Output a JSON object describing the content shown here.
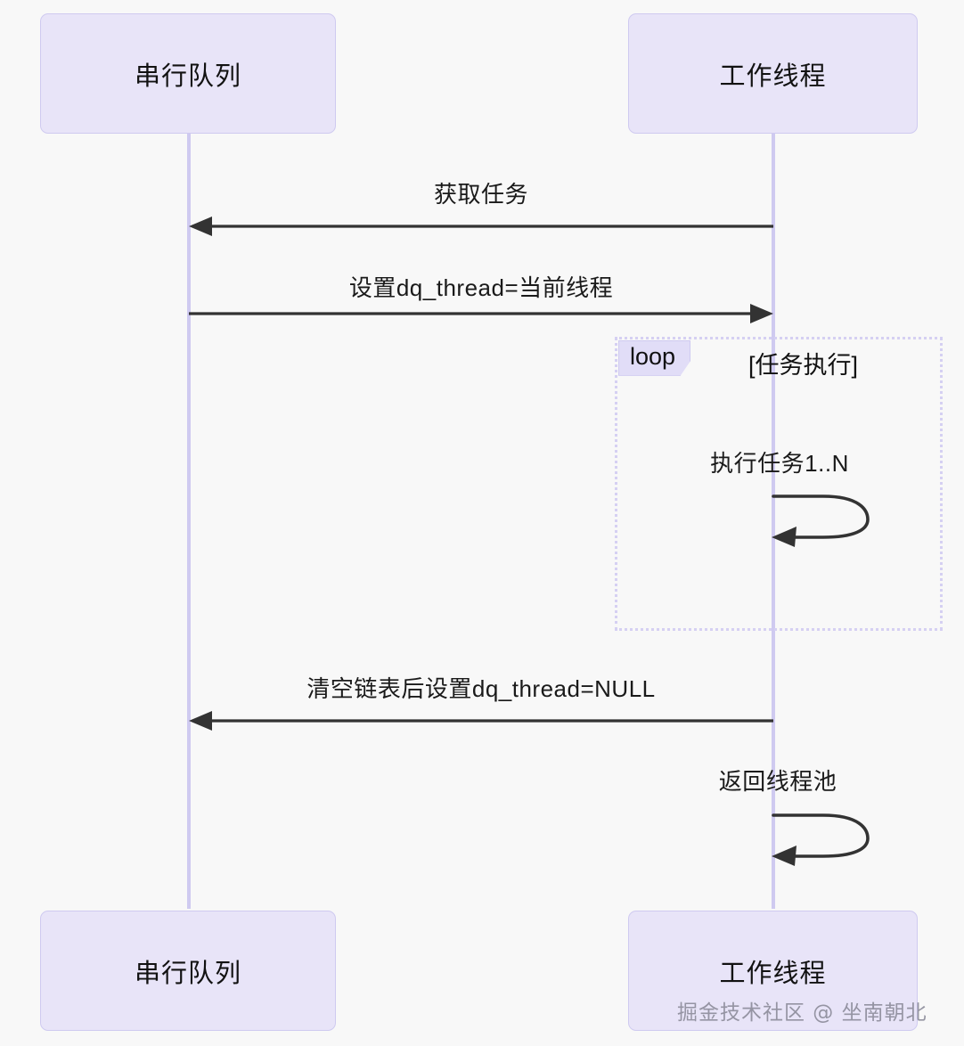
{
  "diagram": {
    "type": "sequence-diagram",
    "background_color": "#f8f8f8",
    "participant_fill": "#e8e4f8",
    "participant_border": "#cfcaf0",
    "lifeline_color": "#cfcaf0",
    "arrow_color": "#333333",
    "loop_border_color": "#d5d0f2"
  },
  "participants": [
    {
      "id": "serial-queue",
      "label": "串行队列"
    },
    {
      "id": "worker-thread",
      "label": "工作线程"
    }
  ],
  "participants_bottom": [
    {
      "id": "serial-queue-bottom",
      "label": "串行队列"
    },
    {
      "id": "worker-thread-bottom",
      "label": "工作线程"
    }
  ],
  "messages": [
    {
      "id": "msg-get-task",
      "label": "获取任务",
      "from": "worker-thread",
      "to": "serial-queue",
      "direction": "left"
    },
    {
      "id": "msg-set-dq-thread",
      "label": "设置dq_thread=当前线程",
      "from": "serial-queue",
      "to": "worker-thread",
      "direction": "right"
    },
    {
      "id": "msg-execute-tasks",
      "label": "执行任务1..N",
      "from": "worker-thread",
      "to": "worker-thread",
      "direction": "self"
    },
    {
      "id": "msg-clear-list",
      "label": "清空链表后设置dq_thread=NULL",
      "from": "worker-thread",
      "to": "serial-queue",
      "direction": "left"
    },
    {
      "id": "msg-return-pool",
      "label": "返回线程池",
      "from": "worker-thread",
      "to": "worker-thread",
      "direction": "self"
    }
  ],
  "loop_fragment": {
    "tag": "loop",
    "condition": "[任务执行]"
  },
  "watermark": {
    "text": "掘金技术社区 @ 坐南朝北"
  }
}
